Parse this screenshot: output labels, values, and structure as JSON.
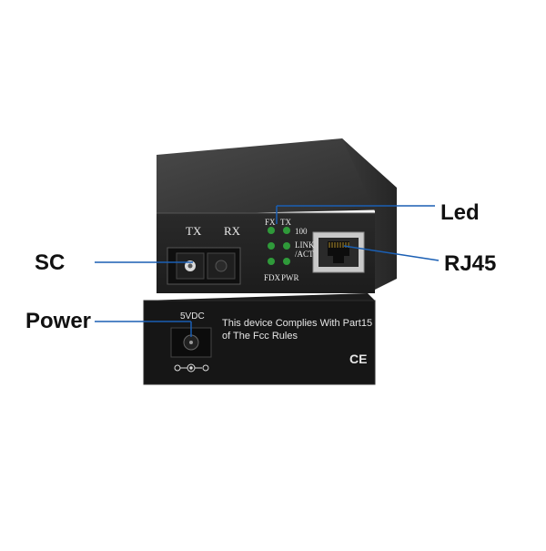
{
  "callouts": {
    "led": "Led",
    "sc": "SC",
    "rj45": "RJ45",
    "power": "Power"
  },
  "front_panel": {
    "tx": "TX",
    "rx": "RX",
    "fx": "FX",
    "led_tx": "TX",
    "speed": "100",
    "link": "LINK",
    "act": "/ACT",
    "fdx": "FDX",
    "pwr": "PWR"
  },
  "back_panel": {
    "voltage": "5VDC",
    "notice_line1": "This device Complies With Part15",
    "notice_line2": "of The Fcc Rules",
    "ce_mark": "CE"
  },
  "colors": {
    "callout_line": "#1a5fb4",
    "led_green": "#2f9a3a"
  }
}
